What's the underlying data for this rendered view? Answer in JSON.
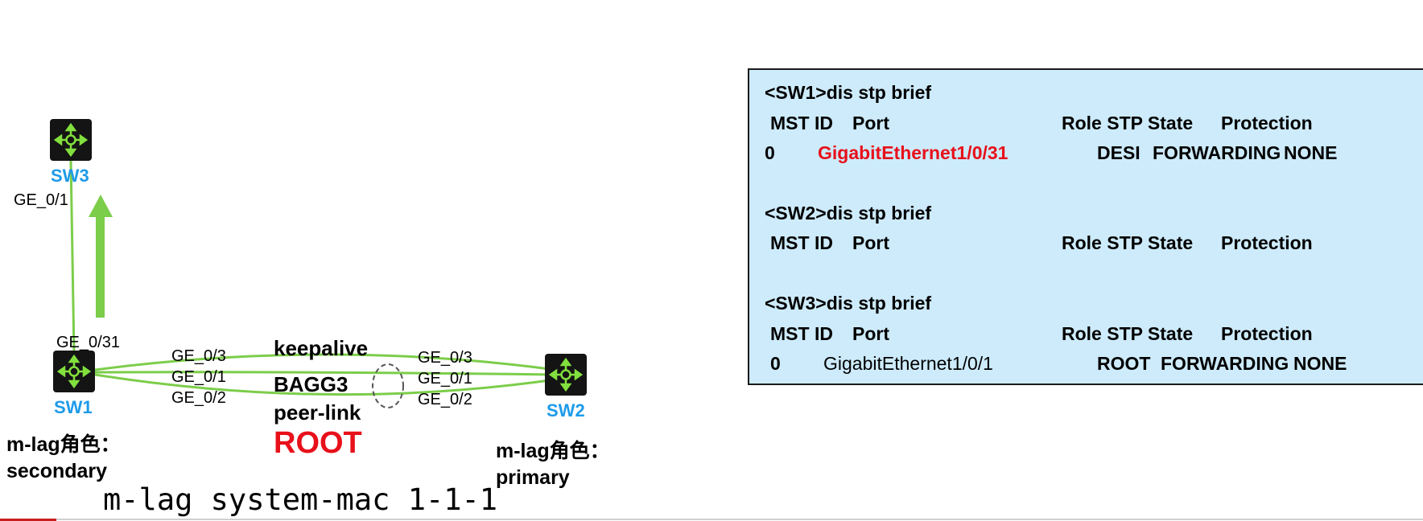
{
  "topology": {
    "nodes": {
      "sw3": {
        "name": "SW3"
      },
      "sw1": {
        "name": "SW1"
      },
      "sw2": {
        "name": "SW2"
      }
    },
    "ports": {
      "sw3_uplink": "GE_0/1",
      "sw1_uplink": "GE_0/31",
      "sw1_p3": "GE_0/3",
      "sw1_p1": "GE_0/1",
      "sw1_p2": "GE_0/2",
      "sw2_p3": "GE_0/3",
      "sw2_p1": "GE_0/1",
      "sw2_p2": "GE_0/2"
    },
    "links": {
      "keepalive": "keepalive",
      "aggregate": "BAGG3",
      "peer_link": "peer-link"
    },
    "root_label": "ROOT",
    "sw1_role": {
      "line1": "m-lag角色：",
      "line2": "secondary"
    },
    "sw2_role": {
      "line1": "m-lag角色：",
      "line2": "primary"
    },
    "system_mac": "m-lag system-mac 1-1-1",
    "colors": {
      "link": "#7ccd4a",
      "node_label": "#1e9be8",
      "accent_red": "#e8101a",
      "panel_bg": "#cdebfb"
    }
  },
  "stp": {
    "sw1": {
      "command": "<SW1>dis stp brief",
      "headers": {
        "mst": "MST ID",
        "port": "Port",
        "role_state": "Role  STP State",
        "protection": "Protection"
      },
      "row": {
        "mst": "0",
        "port": "GigabitEthernet1/0/31",
        "role": "DESI",
        "state": "FORWARDING",
        "protection": "NONE"
      }
    },
    "sw2": {
      "command": "<SW2>dis stp brief",
      "headers": {
        "mst": "MST ID",
        "port": "Port",
        "role_state": "Role  STP State",
        "protection": "Protection"
      }
    },
    "sw3": {
      "command": "<SW3>dis stp brief",
      "headers": {
        "mst": "MST ID",
        "port": "Port",
        "role_state": "Role  STP State",
        "protection": "Protection"
      },
      "row": {
        "mst": "0",
        "port": "GigabitEthernet1/0/1",
        "role": "ROOT",
        "state": "FORWARDING",
        "protection": "NONE"
      }
    }
  }
}
